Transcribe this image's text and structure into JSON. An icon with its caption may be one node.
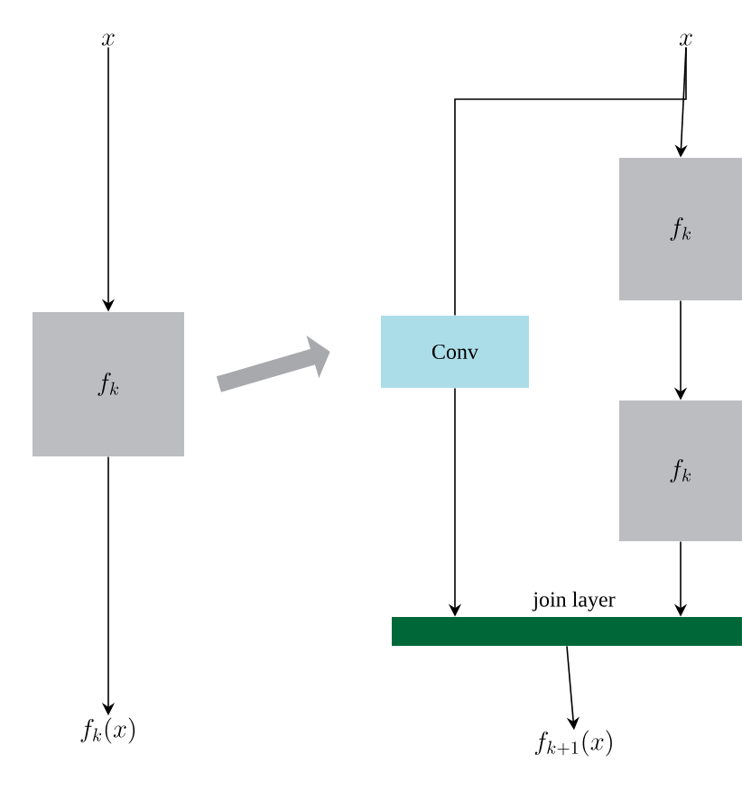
{
  "diagram": {
    "nodes": [
      {
        "text": [
          "x"
        ]
      },
      {
        "text": [
          "f_{k}"
        ]
      },
      {
        "text": [
          "f_{k}(x)"
        ]
      },
      {
        "text": [
          "x"
        ]
      },
      {
        "text": [
          "Conv"
        ]
      },
      {
        "text": [
          "f_{k}"
        ]
      },
      {
        "text": [
          "f_{k}"
        ]
      },
      {
        "text": [
          "join layer"
        ]
      },
      {
        "text": [
          "f_{k+1}(x)"
        ]
      }
    ],
    "edges": [
      {
        "from": 0,
        "to": 1,
        "arrow": "to"
      },
      {
        "from": 1,
        "to": 2,
        "arrow": "to"
      },
      {
        "from": 1,
        "to": 4,
        "arrow": "to",
        "style": "thick",
        "color": "#a7a9ac"
      },
      {
        "from": 3,
        "to": 5,
        "arrow": "to"
      },
      {
        "from": 3,
        "to": 4,
        "arrow": "none"
      },
      {
        "from": 5,
        "to": 6,
        "arrow": "to"
      },
      {
        "from": 4,
        "to": 7,
        "arrow": "to"
      },
      {
        "from": 6,
        "to": 7,
        "arrow": "to"
      },
      {
        "from": 7,
        "to": 8,
        "arrow": "to"
      }
    ]
  }
}
